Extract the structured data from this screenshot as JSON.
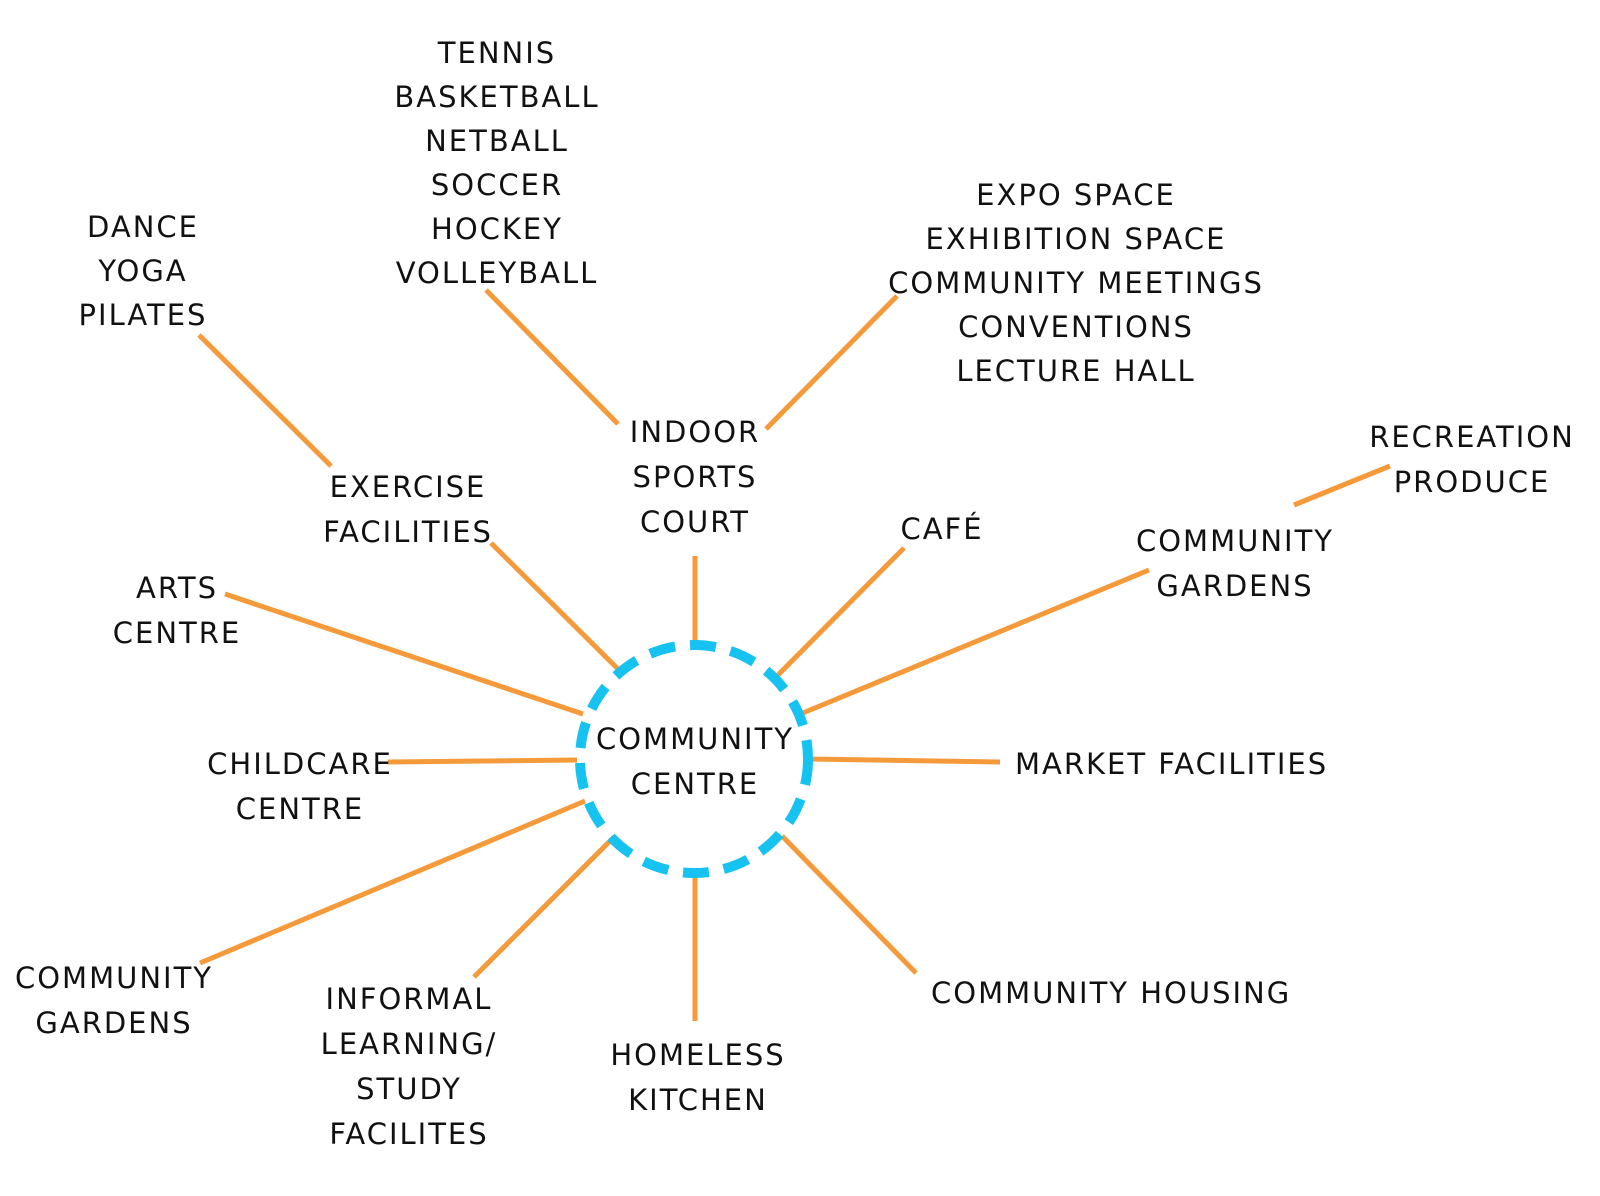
{
  "colors": {
    "connector": "#F59A3A",
    "hub_ring": "#16C2F0",
    "text": "#111111",
    "background": "#FFFFFF"
  },
  "hub": {
    "lines": [
      "COMMUNITY",
      "CENTRE"
    ]
  },
  "nodes": [
    {
      "id": "indoor-sports-court",
      "lines": [
        "INDOOR",
        "SPORTS",
        "COURT"
      ]
    },
    {
      "id": "cafe",
      "lines": [
        "CAFÉ"
      ]
    },
    {
      "id": "community-gardens-right",
      "lines": [
        "COMMUNITY",
        "GARDENS"
      ]
    },
    {
      "id": "market-facilities",
      "lines": [
        "MARKET FACILITIES"
      ]
    },
    {
      "id": "community-housing",
      "lines": [
        "COMMUNITY HOUSING"
      ]
    },
    {
      "id": "homeless-kitchen",
      "lines": [
        "HOMELESS",
        "KITCHEN"
      ]
    },
    {
      "id": "informal-learning",
      "lines": [
        "INFORMAL",
        "LEARNING/",
        "STUDY",
        "FACILITES"
      ]
    },
    {
      "id": "community-gardens-left",
      "lines": [
        "COMMUNITY",
        "GARDENS"
      ]
    },
    {
      "id": "childcare-centre",
      "lines": [
        "CHILDCARE",
        "CENTRE"
      ]
    },
    {
      "id": "arts-centre",
      "lines": [
        "ARTS",
        "CENTRE"
      ]
    },
    {
      "id": "exercise-facilities",
      "lines": [
        "EXERCISE",
        "FACILITIES"
      ]
    }
  ],
  "sub_nodes": [
    {
      "id": "sports-list",
      "parent": "indoor-sports-court",
      "lines": [
        "TENNIS",
        "BASKETBALL",
        "NETBALL",
        "SOCCER",
        "HOCKEY",
        "VOLLEYBALL"
      ]
    },
    {
      "id": "events-list",
      "parent": "indoor-sports-court",
      "lines": [
        "EXPO SPACE",
        "EXHIBITION SPACE",
        "COMMUNITY MEETINGS",
        "CONVENTIONS",
        "LECTURE HALL"
      ]
    },
    {
      "id": "gardens-list",
      "parent": "community-gardens-right",
      "lines": [
        "RECREATION",
        "PRODUCE"
      ]
    },
    {
      "id": "exercise-list",
      "parent": "exercise-facilities",
      "lines": [
        "DANCE",
        "YOGA",
        "PILATES"
      ]
    }
  ]
}
